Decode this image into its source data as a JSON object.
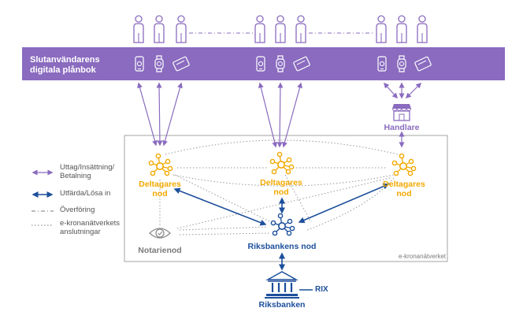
{
  "wallet_band": {
    "title_line1": "Slutanvändarens",
    "title_line2": "digitala plånbok",
    "color": "#8a6bbf"
  },
  "nodes": {
    "participant_left": "Deltagares\nnod",
    "participant_center": "Deltagares\nnod",
    "participant_right": "Deltagares\nnod",
    "notary": "Notarienod",
    "riksbank_node": "Riksbankens nod",
    "merchant": "Handlare",
    "riksbanken": "Riksbanken",
    "rix": "RIX"
  },
  "network_label": "e-kronanätverket",
  "legend": [
    {
      "text": "Uttag/Insättning/\nBetalning",
      "style": "purple-double-arrow"
    },
    {
      "text": "Utfärda/Lösa in",
      "style": "blue-double-arrow"
    },
    {
      "text": "Överföring",
      "style": "dash-dot"
    },
    {
      "text": "e-kronanätverkets\nanslutningar",
      "style": "dotted"
    }
  ],
  "colors": {
    "purple": "#8a6bbf",
    "orange": "#f2a900",
    "blue": "#1c4f9c",
    "gray": "#8c8c8c"
  },
  "icons": {
    "person": "person-icon",
    "phone": "phone-icon",
    "watch": "smartwatch-icon",
    "card": "card-icon",
    "node": "network-node-icon",
    "eye": "eye-check-icon",
    "shop": "shop-icon",
    "bank": "bank-icon"
  }
}
